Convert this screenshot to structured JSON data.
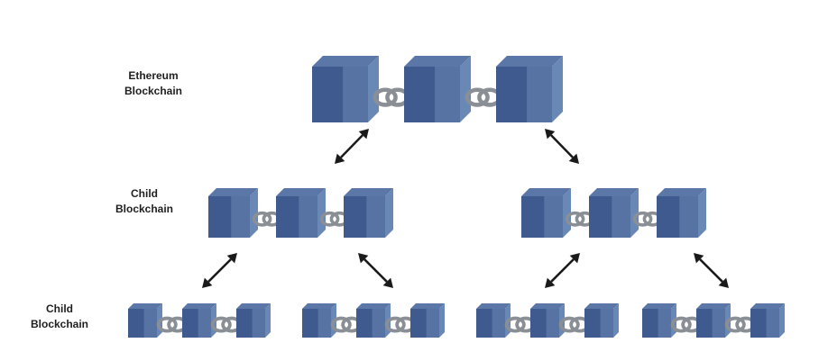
{
  "labels": {
    "ethereum": [
      "Ethereum",
      "Blockchain"
    ],
    "child_mid": [
      "Child",
      "Blockchain"
    ],
    "child_low": [
      "Child",
      "Blockchain"
    ]
  },
  "colors": {
    "cube_front": "#3e5a8e",
    "cube_side": "#6a88b6",
    "cube_top": "#5a77a8",
    "chain": "#8a8f96",
    "arrow": "#1a1a1a"
  },
  "icons": {
    "block": "cube-icon",
    "link": "chain-link-icon",
    "connection": "double-arrow-icon"
  },
  "structure": {
    "parent_chain_blocks": 3,
    "child_chains_level1": 2,
    "child_chains_level2": 4,
    "blocks_per_child_chain": 3
  }
}
